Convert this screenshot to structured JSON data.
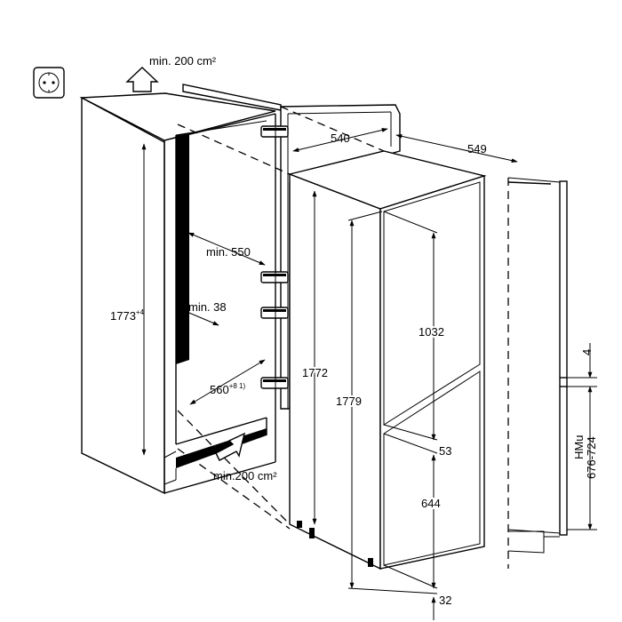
{
  "labels": {
    "vent_top": "min. 200 cm²",
    "vent_bottom": "min.200 cm²",
    "depth_min": "min. 550",
    "gap_min": "min. 38",
    "width_main": "560",
    "width_sup": "+8 1)",
    "height_niche_main": "1773",
    "height_niche_sup": "+4",
    "door_width": "540",
    "appliance_depth": "549",
    "height_appliance": "1772",
    "height_total": "1779",
    "upper_door": "1032",
    "door_gap": "53",
    "lower_door": "644",
    "bottom_gap": "32",
    "side_gap": "4",
    "hmu_title": "HMu",
    "hmu_range": "676-724"
  },
  "icons": [
    "socket-icon",
    "up-arrow-icon",
    "air-inlet-arrow-icon",
    "hinge-icon"
  ]
}
